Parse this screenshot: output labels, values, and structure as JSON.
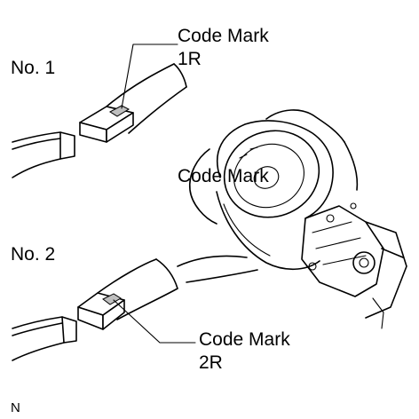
{
  "labels": {
    "ring1": "No. 1",
    "ring2": "No. 2",
    "code_mark_1": "Code Mark",
    "code_mark_1_value": "1R",
    "code_mark_2": "Code Mark",
    "code_mark_2_value": "2R",
    "corner_code": "N"
  }
}
